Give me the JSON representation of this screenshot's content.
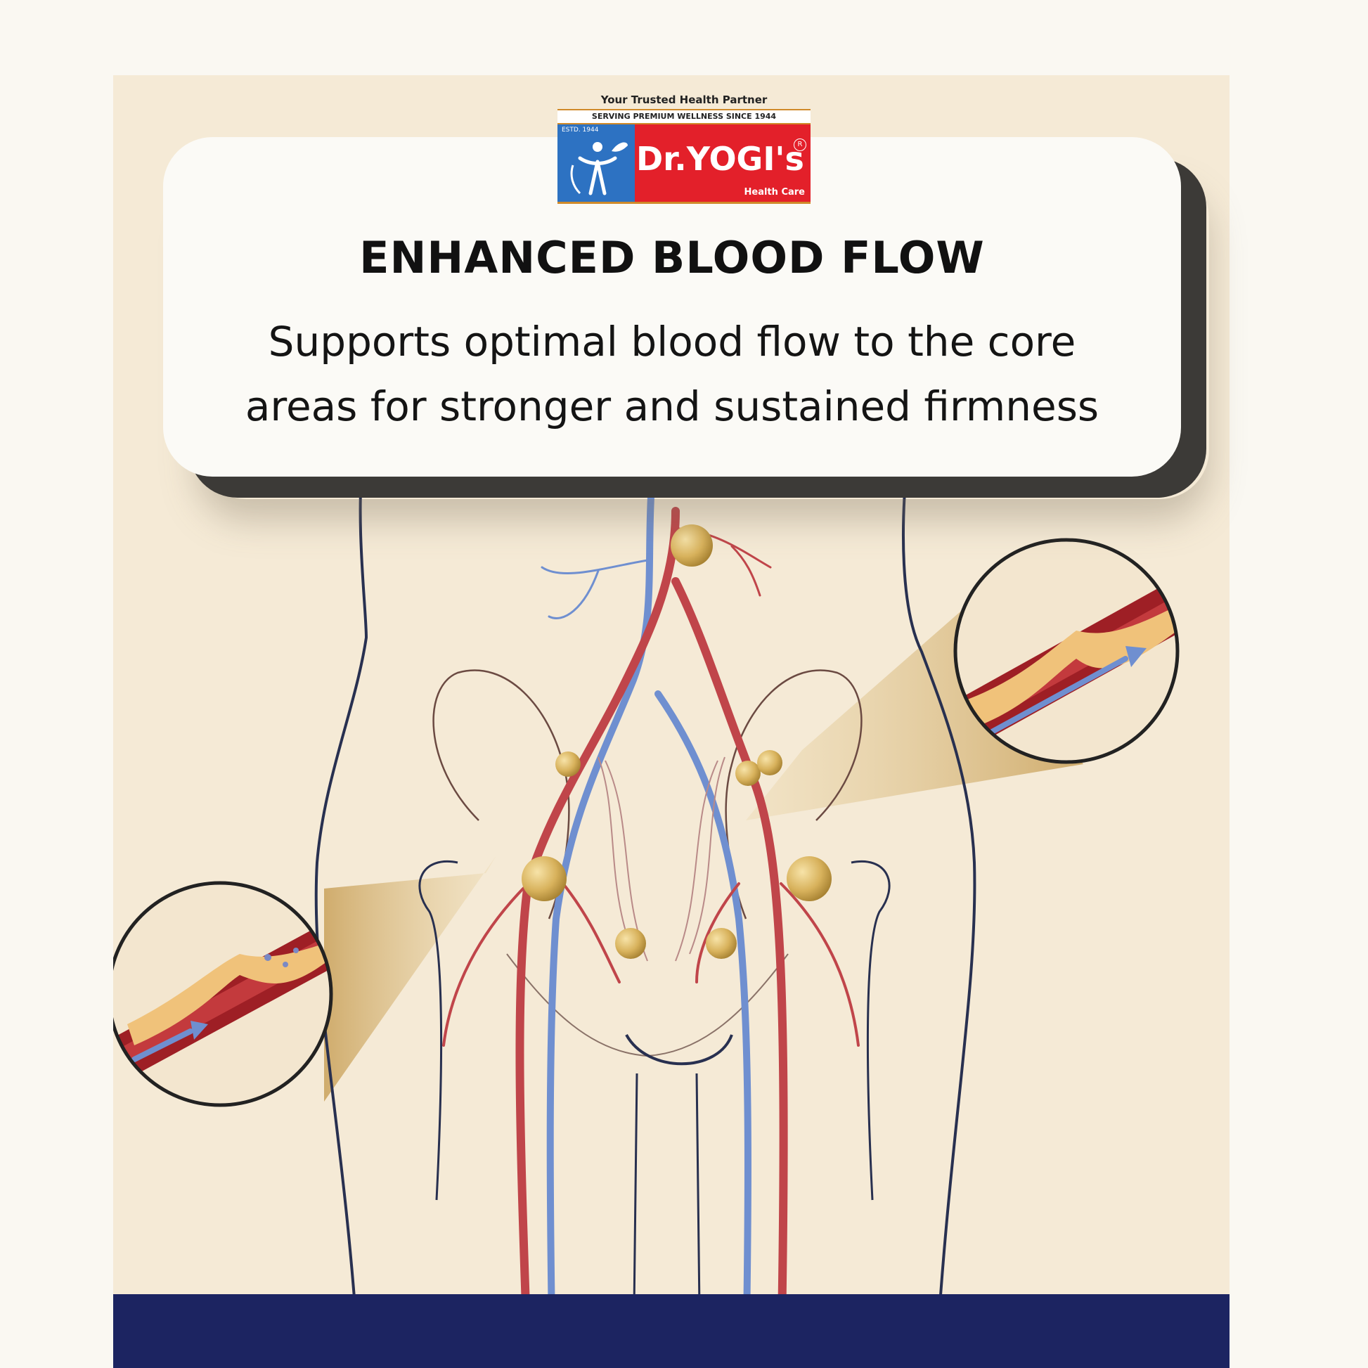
{
  "brand": {
    "tagline": "Your Trusted Health Partner",
    "subline": "SERVING PREMIUM WELLNESS SINCE 1944",
    "estd": "ESTD. 1944",
    "name": "Dr.YOGI's",
    "reg_mark": "R",
    "health_care": "Health Care",
    "colors": {
      "red": "#e3202a",
      "blue": "#2d72c2",
      "gold": "#d08a2a"
    }
  },
  "card": {
    "title": "ENHANCED BLOOD FLOW",
    "body_line1": "Supports optimal blood flow to the core",
    "body_line2": "areas for stronger and sustained firmness"
  },
  "illustration": {
    "subject": "pelvic-circulation",
    "artery_color": "#c0454a",
    "vein_color": "#6f8fd0",
    "node_color": "#d8b25c",
    "outline_color": "#283050"
  },
  "footer": {
    "color": "#1c2461"
  }
}
